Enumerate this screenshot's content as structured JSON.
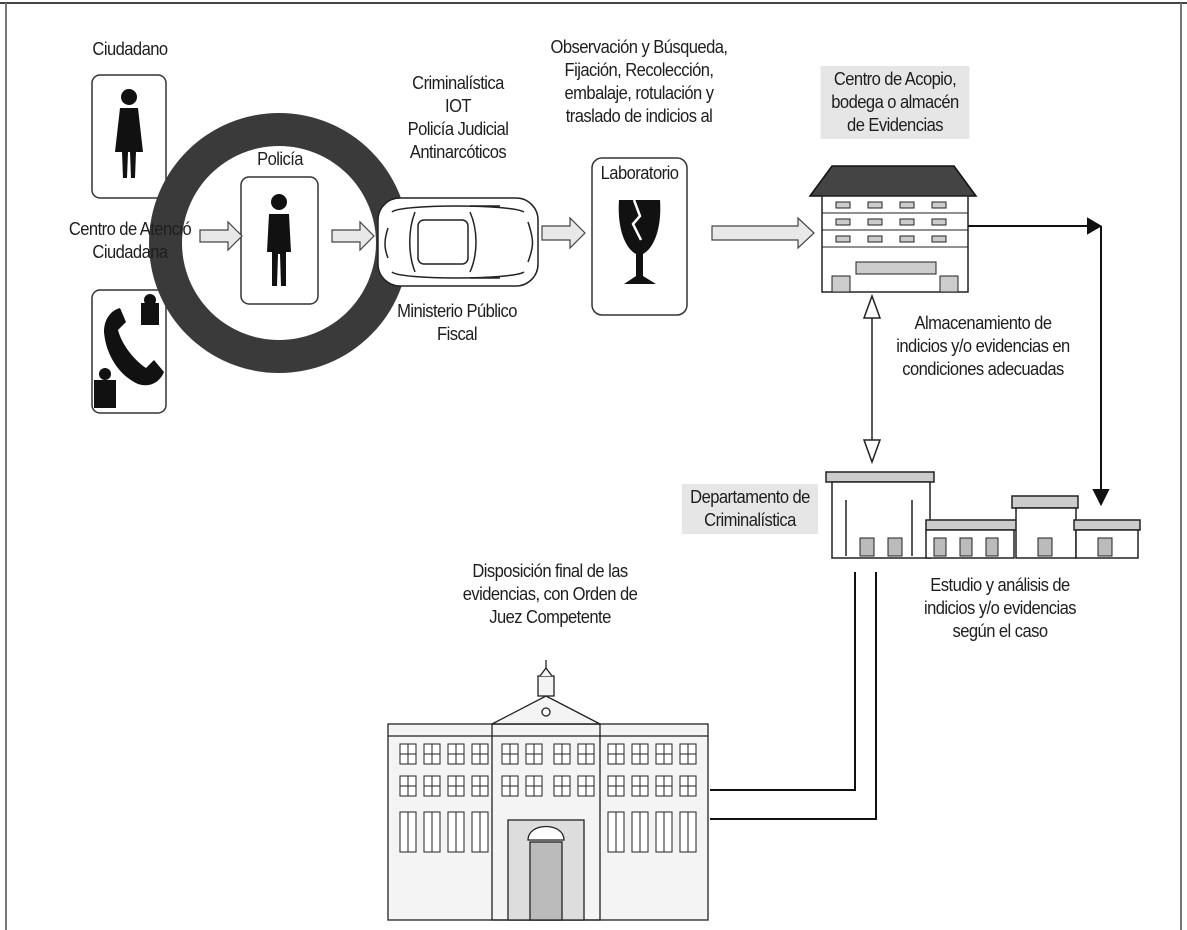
{
  "labels": {
    "ciudadano": "Ciudadano",
    "centro_atencion": [
      "Centro de Atenció",
      "Ciudadana"
    ],
    "policia": "Policía",
    "criminalistica_top": [
      "Criminalística",
      "IOT",
      "Policía Judicial",
      "Antinarcóticos"
    ],
    "ministerio": [
      "Ministerio Público",
      "Fiscal"
    ],
    "observacion": [
      "Observación y Búsqueda,",
      "Fijación, Recolección,",
      "embalaje, rotulación y",
      "traslado de indicios al"
    ],
    "laboratorio": "Laboratorio",
    "centro_acopio": [
      "Centro de Acopio,",
      "bodega o almacén",
      "de Evidencias"
    ],
    "almacenamiento": [
      "Almacenamiento de",
      "indicios y/o evidencias en",
      "condiciones adecuadas"
    ],
    "departamento": [
      "Departamento de",
      "Criminalística"
    ],
    "estudio": [
      "Estudio y análisis de",
      "indicios y/o evidencias",
      "según el caso"
    ],
    "disposicion": [
      "Disposición final de las",
      "evidencias, con Orden de",
      "Juez Competente"
    ]
  },
  "icons": {
    "citizen": "person-icon",
    "call_center": "telephone-icon",
    "police": "police-officer-icon",
    "car": "car-icon",
    "lab": "broken-glass-icon",
    "warehouse": "warehouse-building-icon",
    "department": "department-building-icon",
    "court": "courthouse-icon"
  },
  "colors": {
    "ink": "#111111",
    "ring": "#3a3a3a",
    "arrow_fill": "#e8e8e8",
    "label_shade": "#e6e6e6"
  }
}
